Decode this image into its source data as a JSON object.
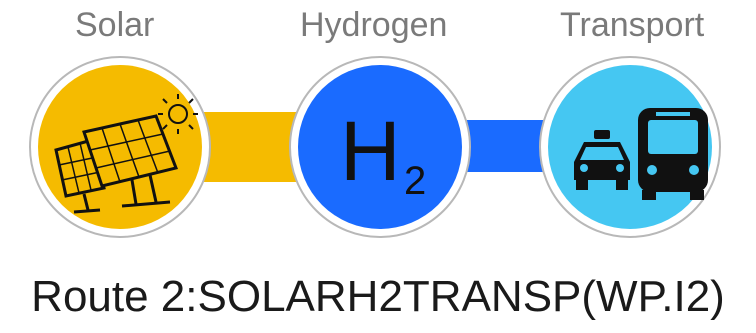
{
  "nodes": [
    {
      "label": "Solar",
      "icon": "solar-panel-icon",
      "fill": "#f5bb00"
    },
    {
      "label": "Hydrogen",
      "symbol": "H",
      "subscript": "2",
      "fill": "#1a6bff"
    },
    {
      "label": "Transport",
      "icon": "taxi-and-bus-icon",
      "fill": "#45c7f2"
    }
  ],
  "connectors": [
    {
      "from": "Solar",
      "to": "Hydrogen",
      "color": "#f5bb00"
    },
    {
      "from": "Hydrogen",
      "to": "Transport",
      "color": "#1a6bff"
    }
  ],
  "caption": "Route 2:SOLARH2TRANSP(WP.I2)"
}
